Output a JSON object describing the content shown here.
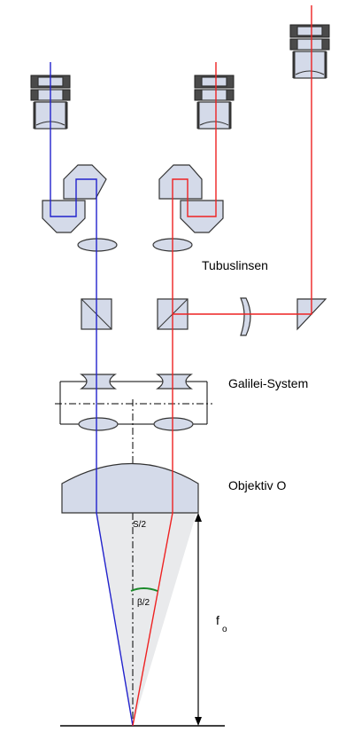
{
  "labels": {
    "tube_lenses": "Tubuslinsen",
    "galilean_system": "Galilei-System",
    "objective": "Objektiv O",
    "half_stereo_base": "S/2",
    "half_angle": "β/2",
    "focal_length_symbol": "f",
    "focal_length_subscript": "o"
  },
  "colors": {
    "left_beam": "#2222cc",
    "right_beam": "#ee2222",
    "angle_arc": "#1a8a2a",
    "optics_fill": "#d4dae9"
  }
}
